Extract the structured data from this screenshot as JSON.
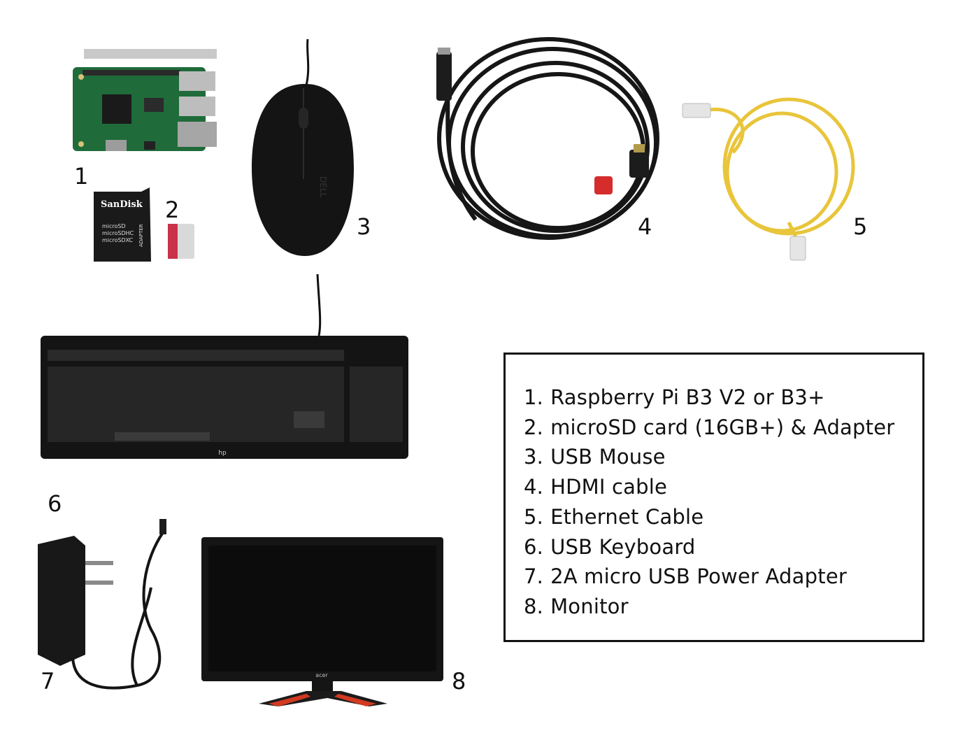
{
  "colors": {
    "background": "#ffffff",
    "pcb_green": "#1f6b3a",
    "black_device": "#141414",
    "ethernet_yellow": "#e8c53a",
    "hdmi_red": "#d62c2c",
    "sd_red": "#c8324a"
  },
  "photo_labels": {
    "sd_brand": "SanDisk",
    "sd_line1": "microSD",
    "sd_line2": "microSDHC",
    "sd_line3": "microSDXC",
    "sd_adapter": "ADAPTER",
    "mouse_brand": "DELL",
    "keyboard_brand": "hp",
    "monitor_brand": "acer"
  },
  "numbers": [
    "1",
    "2",
    "3",
    "4",
    "5",
    "6",
    "7",
    "8"
  ],
  "legend": {
    "items": [
      {
        "num": "1.",
        "label": "Raspberry Pi B3 V2 or B3+"
      },
      {
        "num": "2.",
        "label": "microSD card (16GB+) & Adapter"
      },
      {
        "num": "3.",
        "label": "USB Mouse"
      },
      {
        "num": "4.",
        "label": "HDMI cable"
      },
      {
        "num": "5.",
        "label": "Ethernet Cable"
      },
      {
        "num": "6.",
        "label": "USB Keyboard"
      },
      {
        "num": "7.",
        "label": "2A micro USB Power Adapter"
      },
      {
        "num": "8.",
        "label": "Monitor"
      }
    ]
  }
}
